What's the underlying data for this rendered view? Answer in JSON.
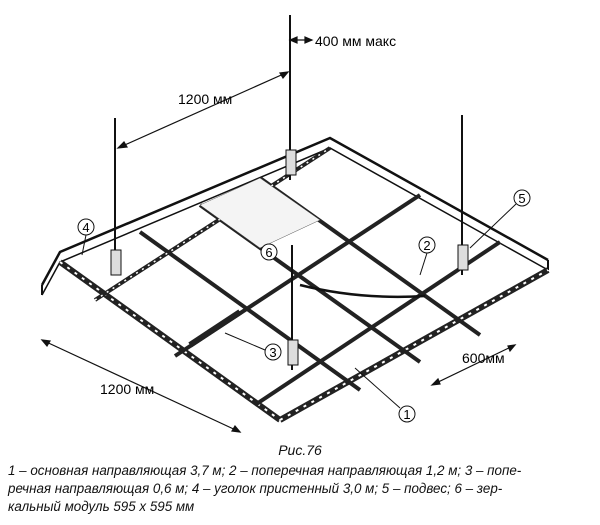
{
  "dimensions": {
    "max_spacing": "400 мм макс",
    "hanger_spacing": "1200 мм",
    "front_length": "1200 мм",
    "module_width": "600мм"
  },
  "callouts": [
    "1",
    "2",
    "3",
    "4",
    "5",
    "6"
  ],
  "caption": {
    "figure": "Рис.76",
    "legend_line1": "1 – основная направляющая 3,7 м; 2 – поперечная направляющая 1,2  м; 3 – попе-",
    "legend_line2": "речная направляющая 0,6 м; 4 – уголок пристенный 3,0  м; 5 – подвес; 6 – зер-",
    "legend_line3": "кальный модуль 595 x 595 мм"
  }
}
